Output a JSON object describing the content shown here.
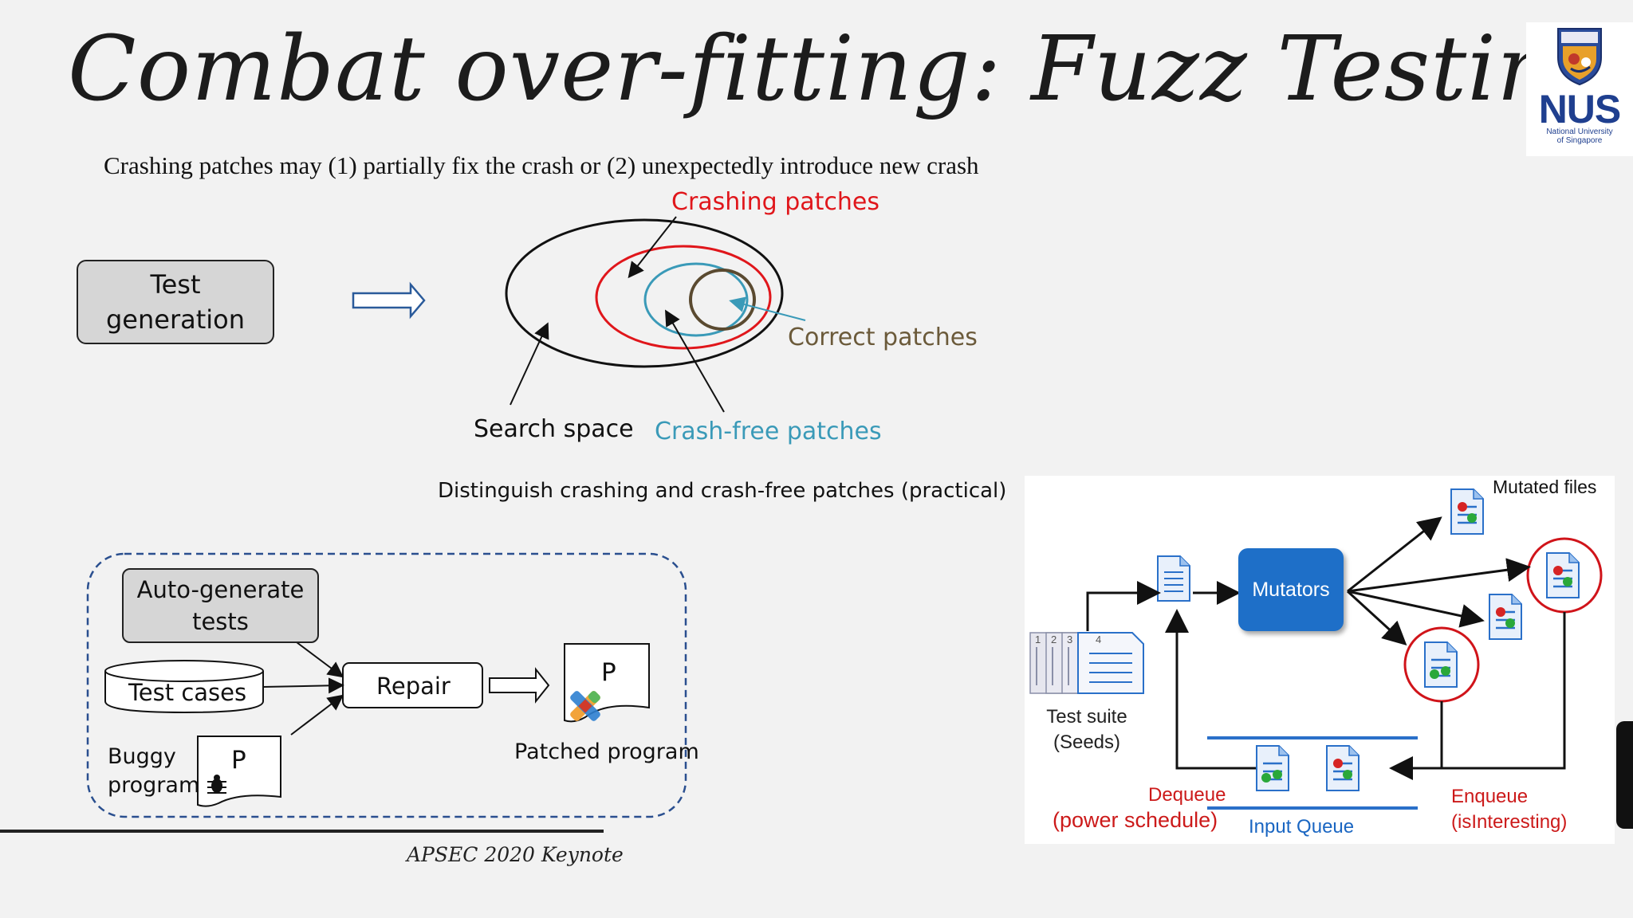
{
  "slide": {
    "title": "Combat over-fitting: Fuzz Testing",
    "subtitle": "Crashing patches may (1) partially fix the crash or (2) unexpectedly introduce new crash",
    "footer": "APSEC 2020 Keynote"
  },
  "logo": {
    "name": "NUS",
    "subtitle_line1": "National University",
    "subtitle_line2": "of Singapore",
    "brand_color": "#1f3f8f"
  },
  "venn": {
    "test_generation_line1": "Test",
    "test_generation_line2": "generation",
    "crashing_patches": "Crashing patches",
    "correct_patches": "Correct patches",
    "search_space": "Search space",
    "crash_free_patches": "Crash-free patches",
    "caption": "Distinguish crashing and crash-free patches (practical)",
    "colors": {
      "crashing": "#e0161b",
      "correct": "#6b5a3a",
      "crash_free": "#3a9ab8",
      "search_space": "#111111"
    }
  },
  "repair_diagram": {
    "auto_generate_line1": "Auto-generate",
    "auto_generate_line2": "tests",
    "test_cases": "Test cases",
    "repair": "Repair",
    "buggy_line1": "Buggy",
    "buggy_line2": "program",
    "program_letter": "P",
    "patched_program": "Patched program",
    "bug_icon": "bug-icon",
    "patch_icon": "bandage-icon"
  },
  "fuzz_loop": {
    "mutated_files": "Mutated files",
    "mutators": "Mutators",
    "test_suite_line1": "Test suite",
    "test_suite_line2": "(Seeds)",
    "dequeue_line1": "Dequeue",
    "dequeue_line2": "(power schedule)",
    "input_queue": "Input Queue",
    "enqueue_line1": "Enqueue",
    "enqueue_line2": "(isInteresting)",
    "seed_numbers": [
      "1",
      "2",
      "3",
      "4"
    ],
    "colors": {
      "mutator_box": "#1e6fc8",
      "label_red": "#cc1a1a",
      "label_blue": "#1a66c2",
      "circle": "#d0141a"
    }
  }
}
